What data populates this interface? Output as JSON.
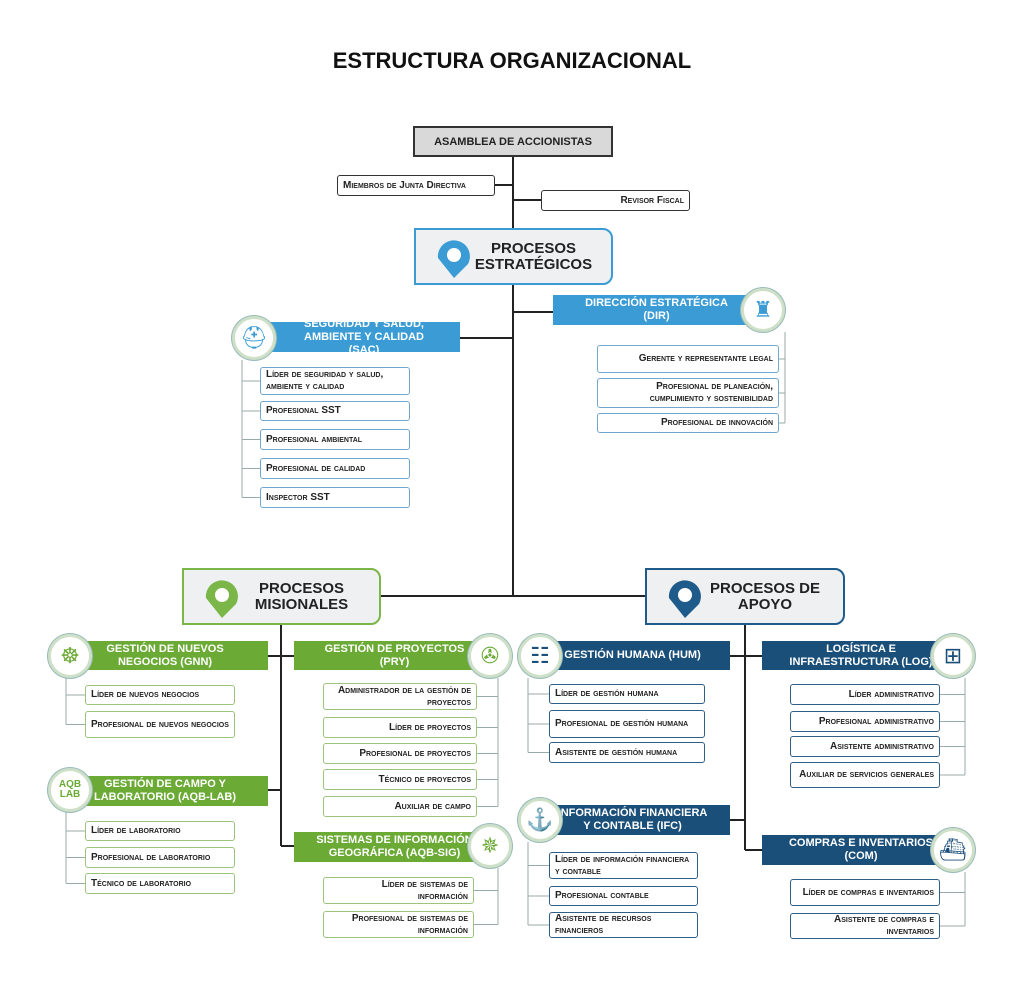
{
  "title": "ESTRUCTURA ORGANIZACIONAL",
  "top": {
    "asamblea": "ASAMBLEA DE ACCIONISTAS",
    "junta": "Miembros de Junta Directiva",
    "revisor": "Revisor Fiscal"
  },
  "groups": {
    "estrategicos": {
      "label": "PROCESOS ESTRATÉGICOS",
      "color": "#3a9bd5"
    },
    "misionales": {
      "label": "PROCESOS MISIONALES",
      "color": "#7ab648"
    },
    "apoyo": {
      "label": "PROCESOS DE APOYO",
      "color": "#1f5b8a"
    }
  },
  "units": {
    "dir": {
      "title": "DIRECCIÓN ESTRATÉGICA (DIR)",
      "icon": "lighthouse-icon",
      "roles": [
        "Gerente y representante legal",
        "Profesional de planeación, cumplimiento y sostenibilidad",
        "Profesional de innovación"
      ]
    },
    "sac": {
      "title": "SEGURIDAD Y SALUD, AMBIENTE Y CALIDAD (SAC)",
      "icon": "safety-worker-icon",
      "roles": [
        "Líder de seguridad y salud, ambiente y calidad",
        "Profesional SST",
        "Profesional ambiental",
        "Profesional de calidad",
        "Inspector SST"
      ]
    },
    "gnn": {
      "title": "GESTIÓN DE NUEVOS NEGOCIOS (GNN)",
      "icon": "ship-wheel-icon",
      "roles": [
        "Líder de nuevos negocios",
        "Profesional de nuevos negocios"
      ]
    },
    "pry": {
      "title": "GESTIÓN DE PROYECTOS (PRY)",
      "icon": "propeller-icon",
      "roles": [
        "Administrador de la gestión de proyectos",
        "Líder de proyectos",
        "Profesional de proyectos",
        "Técnico de proyectos",
        "Auxiliar de campo"
      ]
    },
    "lab": {
      "title": "GESTIÓN DE CAMPO Y LABORATORIO (AQB-LAB)",
      "icon": "aqb-lab-logo-icon",
      "icon_text": "AQB LAB",
      "roles": [
        "Líder de laboratorio",
        "Profesional de laboratorio",
        "Técnico de laboratorio"
      ]
    },
    "sig": {
      "title": "SISTEMAS DE INFORMACIÓN GEOGRÁFICA (AQB-SIG)",
      "icon": "compass-globe-icon",
      "roles": [
        "Líder de sistemas de información",
        "Profesional de sistemas de información"
      ]
    },
    "hum": {
      "title": "GESTIÓN HUMANA (HUM)",
      "icon": "people-icon",
      "roles": [
        "Líder de gestión humana",
        "Profesional de gestión humana",
        "Asistente de gestión humana"
      ]
    },
    "log": {
      "title": "LOGÍSTICA E INFRAESTRUCTURA (LOG)",
      "icon": "logistics-icon",
      "roles": [
        "Líder administrativo",
        "Profesional administrativo",
        "Asistente administrativo",
        "Auxiliar de servicios generales"
      ]
    },
    "ifc": {
      "title": "INFORMACIÓN FINANCIERA Y CONTABLE (IFC)",
      "icon": "anchor-icon",
      "roles": [
        "Líder de información financiera y contable",
        "Profesional contable",
        "Asistente de recursos financieros"
      ]
    },
    "com": {
      "title": "COMPRAS E INVENTARIOS (COM)",
      "icon": "port-crane-icon",
      "roles": [
        "Líder de compras e inventarios",
        "Asistente de compras e inventarios"
      ]
    }
  }
}
